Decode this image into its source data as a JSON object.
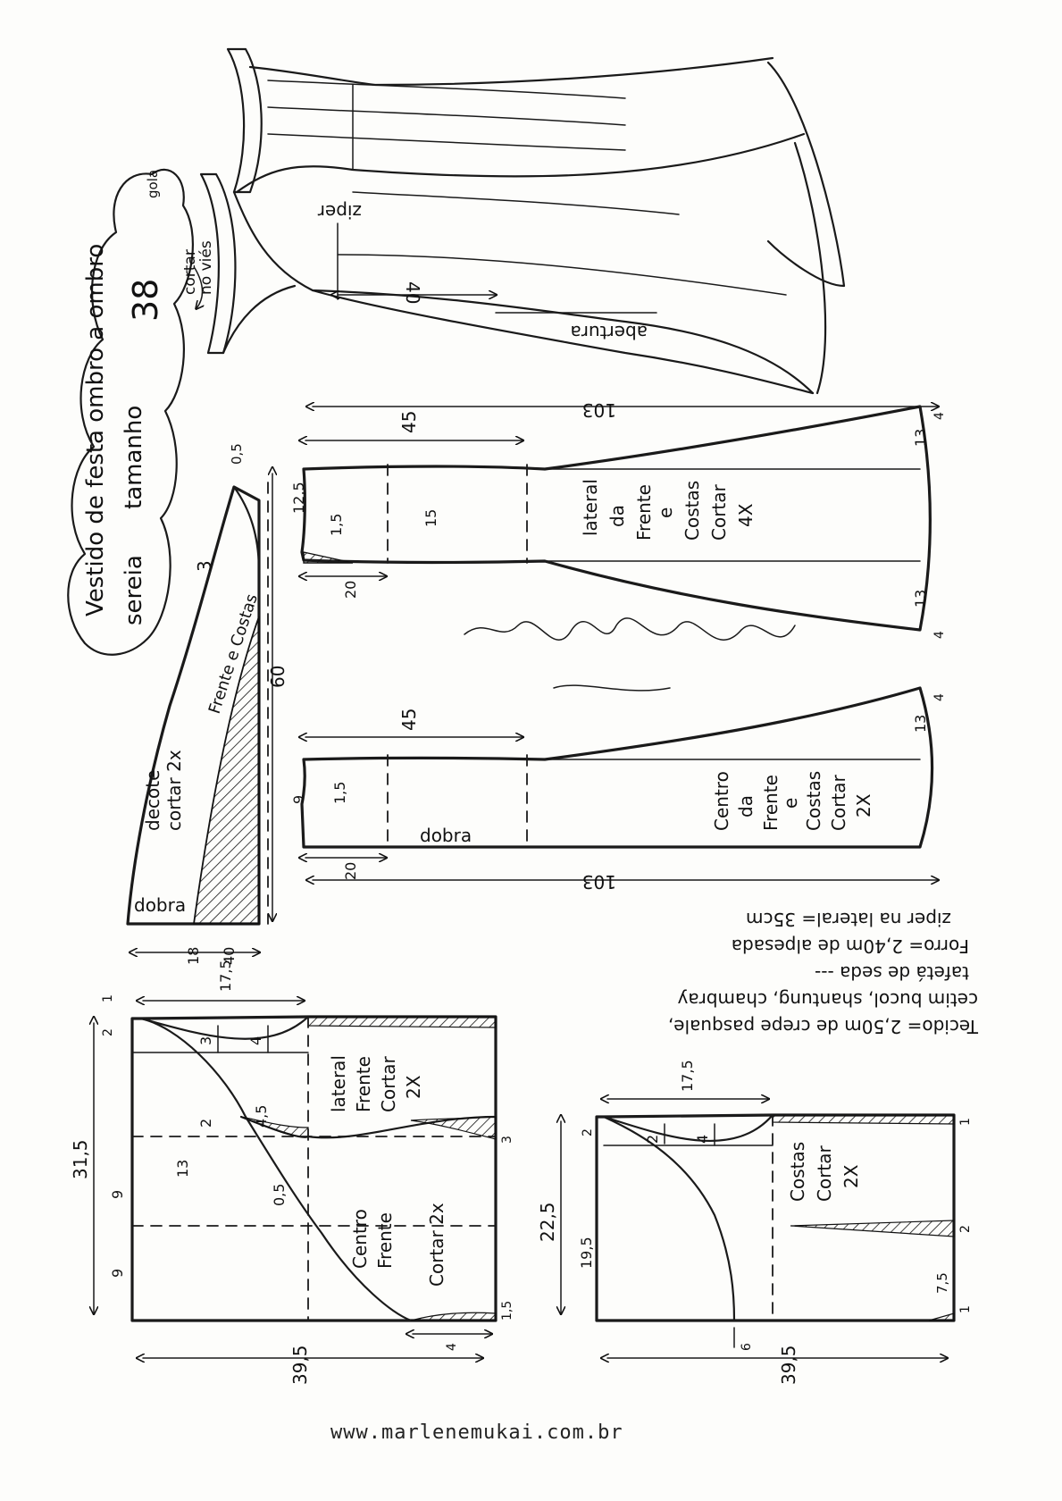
{
  "title": {
    "line1": "Vestido de festa ombro a ombro",
    "line2": "sereia",
    "size_label": "tamanho",
    "size": "38"
  },
  "sketch": {
    "zipper": "ziper",
    "opening": "abertura",
    "opening_measure": "40",
    "cut_bias_1": "cortar",
    "cut_bias_2": "no viés",
    "cut_bias_3": "gola"
  },
  "collar": {
    "label1": "decote",
    "label2": "cortar 2x",
    "label3": "Frente e Costas",
    "fold": "dobra",
    "dims": {
      "a": "0,5",
      "b": "3",
      "c": "60",
      "d": "18",
      "e": "40"
    }
  },
  "skirt_side": {
    "label1": "lateral",
    "label2": "da",
    "label3": "Frente",
    "label4": "e",
    "label5": "Costas",
    "label6": "Cortar",
    "label7": "4X",
    "dims": {
      "length": "103",
      "top": "45",
      "a": "12,5",
      "b": "1,5",
      "c": "15",
      "d": "20",
      "e": "13",
      "f": "13",
      "g": "4",
      "h": "4"
    }
  },
  "skirt_center": {
    "label1": "Centro",
    "label2": "da",
    "label3": "Frente",
    "label4": "e",
    "label5": "Costas",
    "label6": "Cortar",
    "label7": "2X",
    "fold": "dobra",
    "dims": {
      "length": "103",
      "top": "45",
      "a": "9",
      "b": "1,5",
      "c": "20",
      "d": "13",
      "e": "4"
    }
  },
  "notes": {
    "line1": "Tecido= 2,50m de crepe pasquale,",
    "line2": "cetim bucol, shantung, chambray",
    "line3": "tafetá de seda ---",
    "line4": "Forro= 2,40m de alpesada",
    "line5": "ziper na lateral= 35cm"
  },
  "bodice_front": {
    "side_label1": "lateral",
    "side_label2": "Frente",
    "side_label3": "Cortar",
    "side_label4": "2X",
    "center_label1": "Centro",
    "center_label2": "Frente",
    "center_label3": "Cortar 2x",
    "dims": {
      "height": "31,5",
      "width": "39,5",
      "top": "17,5",
      "a": "3",
      "b": "4",
      "c": "2",
      "d": "4,5",
      "e": "13",
      "f": "9",
      "g": "9",
      "h": "0,5",
      "i": "1,5",
      "j": "4",
      "k": "3",
      "l": "2",
      "m": "1"
    }
  },
  "bodice_back": {
    "label1": "Costas",
    "label2": "Cortar",
    "label3": "2X",
    "dims": {
      "height": "22,5",
      "width": "39,5",
      "top": "17,5",
      "a": "19,5",
      "b": "2",
      "c": "4",
      "d": "2",
      "e": "7,5",
      "f": "6",
      "g": "1",
      "h": "1",
      "i": "2"
    }
  },
  "website": "www.marlenemukai.com.br"
}
